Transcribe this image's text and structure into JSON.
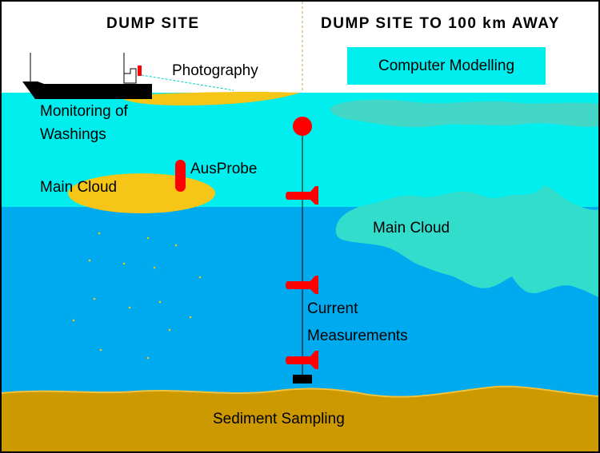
{
  "headers": {
    "left": "DUMP SITE",
    "right": "DUMP SITE TO 100 km AWAY"
  },
  "labels": {
    "photography": "Photography",
    "computer_modelling": "Computer Modelling",
    "monitoring_line1": "Monitoring of",
    "monitoring_line2": "Washings",
    "ausprobe": "AusProbe",
    "main_cloud_left": "Main Cloud",
    "main_cloud_right": "Main Cloud",
    "current_line1": "Current",
    "current_line2": "Measurements",
    "sediment": "Sediment Sampling"
  },
  "colors": {
    "sky": "#ffffff",
    "surface_water": "#00eeee",
    "deep_water": "#00aaee",
    "cloud_yellow": "#f5c518",
    "cloud_teal": "#33ddcc",
    "seabed": "#cc9900",
    "buoy_red": "#ff0000",
    "computer_box": "#00eeee",
    "ship": "#000000"
  }
}
